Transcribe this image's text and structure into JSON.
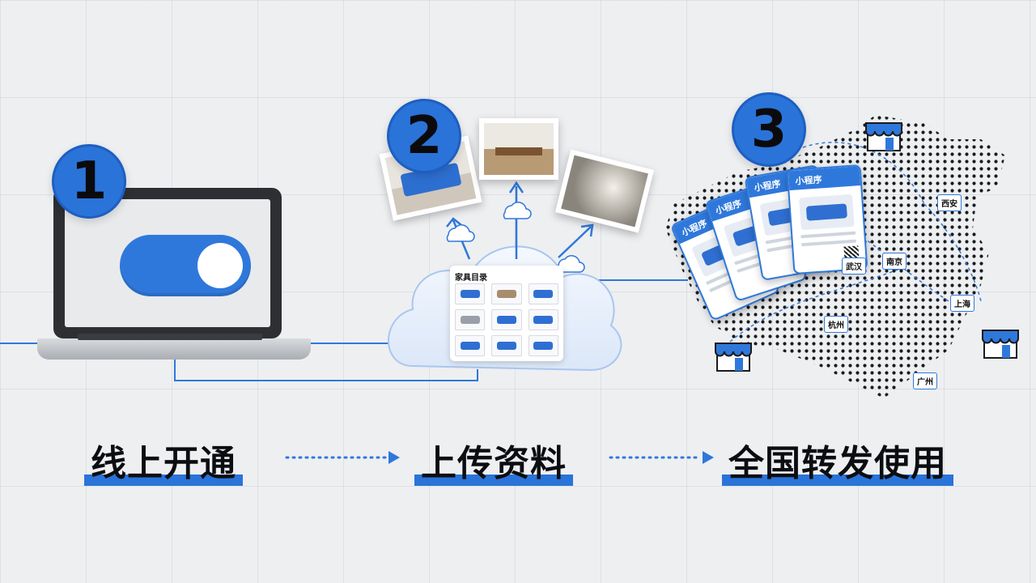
{
  "steps": [
    {
      "number": "1",
      "label": "线上开通"
    },
    {
      "number": "2",
      "label": "上传资料"
    },
    {
      "number": "3",
      "label": "全国转发使用"
    }
  ],
  "catalog": {
    "title": "家具目录"
  },
  "cards": [
    {
      "header": "小程序"
    },
    {
      "header": "小程序"
    },
    {
      "header": "小程序"
    },
    {
      "header": "小程序"
    }
  ],
  "cities": [
    "西安",
    "武汉",
    "南京",
    "上海",
    "杭州",
    "广州"
  ],
  "colors": {
    "accent": "#2a73d9",
    "background": "#eeeff1",
    "text": "#0c0d10"
  }
}
